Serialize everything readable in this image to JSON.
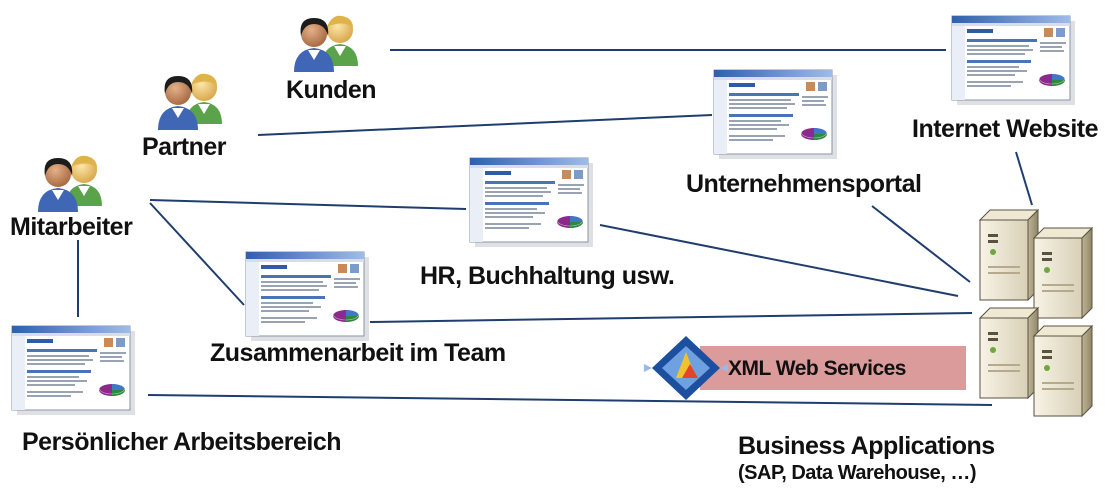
{
  "labels": {
    "kunden": "Kunden",
    "partner": "Partner",
    "mitarbeiter": "Mitarbeiter",
    "internet_website": "Internet Website",
    "unternehmensportal": "Unternehmensportal",
    "hr": "HR, Buchhaltung usw.",
    "team": "Zusammenarbeit im Team",
    "persoenlich": "Persönlicher Arbeitsbereich",
    "xml": "XML Web Services",
    "business": "Business Applications",
    "business_sub": "(SAP, Data Warehouse, …)"
  },
  "colors": {
    "line": "#1f3d6e",
    "xml_banner": "#dc9b9b"
  },
  "icons": [
    "people-icon",
    "web-page-screenshot-icon",
    "server-icon",
    "xml-diamond-icon"
  ]
}
